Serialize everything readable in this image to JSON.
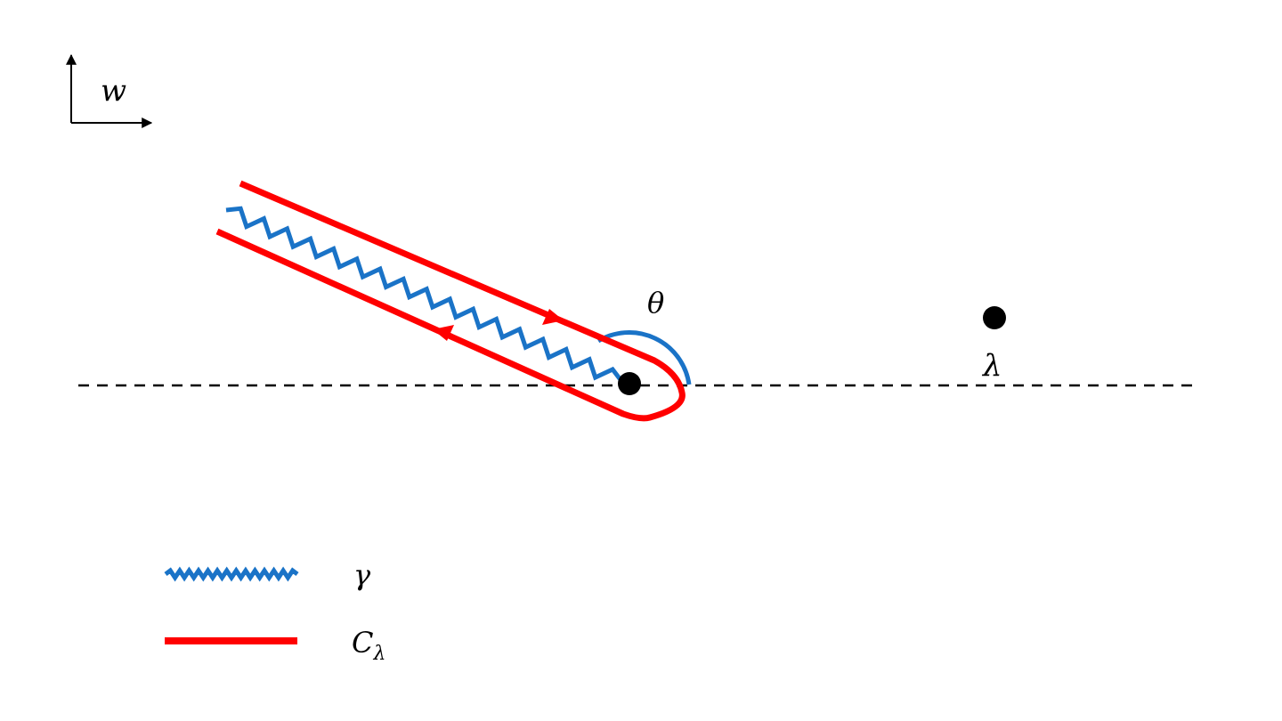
{
  "plane_label": "w",
  "angle_label": "θ",
  "point_label": "λ",
  "legend": [
    {
      "symbol": "zigzag",
      "label": "γ",
      "label_sub": ""
    },
    {
      "symbol": "solid",
      "label": "C",
      "label_sub": "λ"
    }
  ],
  "colors": {
    "branch_cut": "#1a73c7",
    "contour": "#ff0000",
    "angle_arc": "#1a73c7",
    "axis": "#000000",
    "points": "#000000"
  }
}
